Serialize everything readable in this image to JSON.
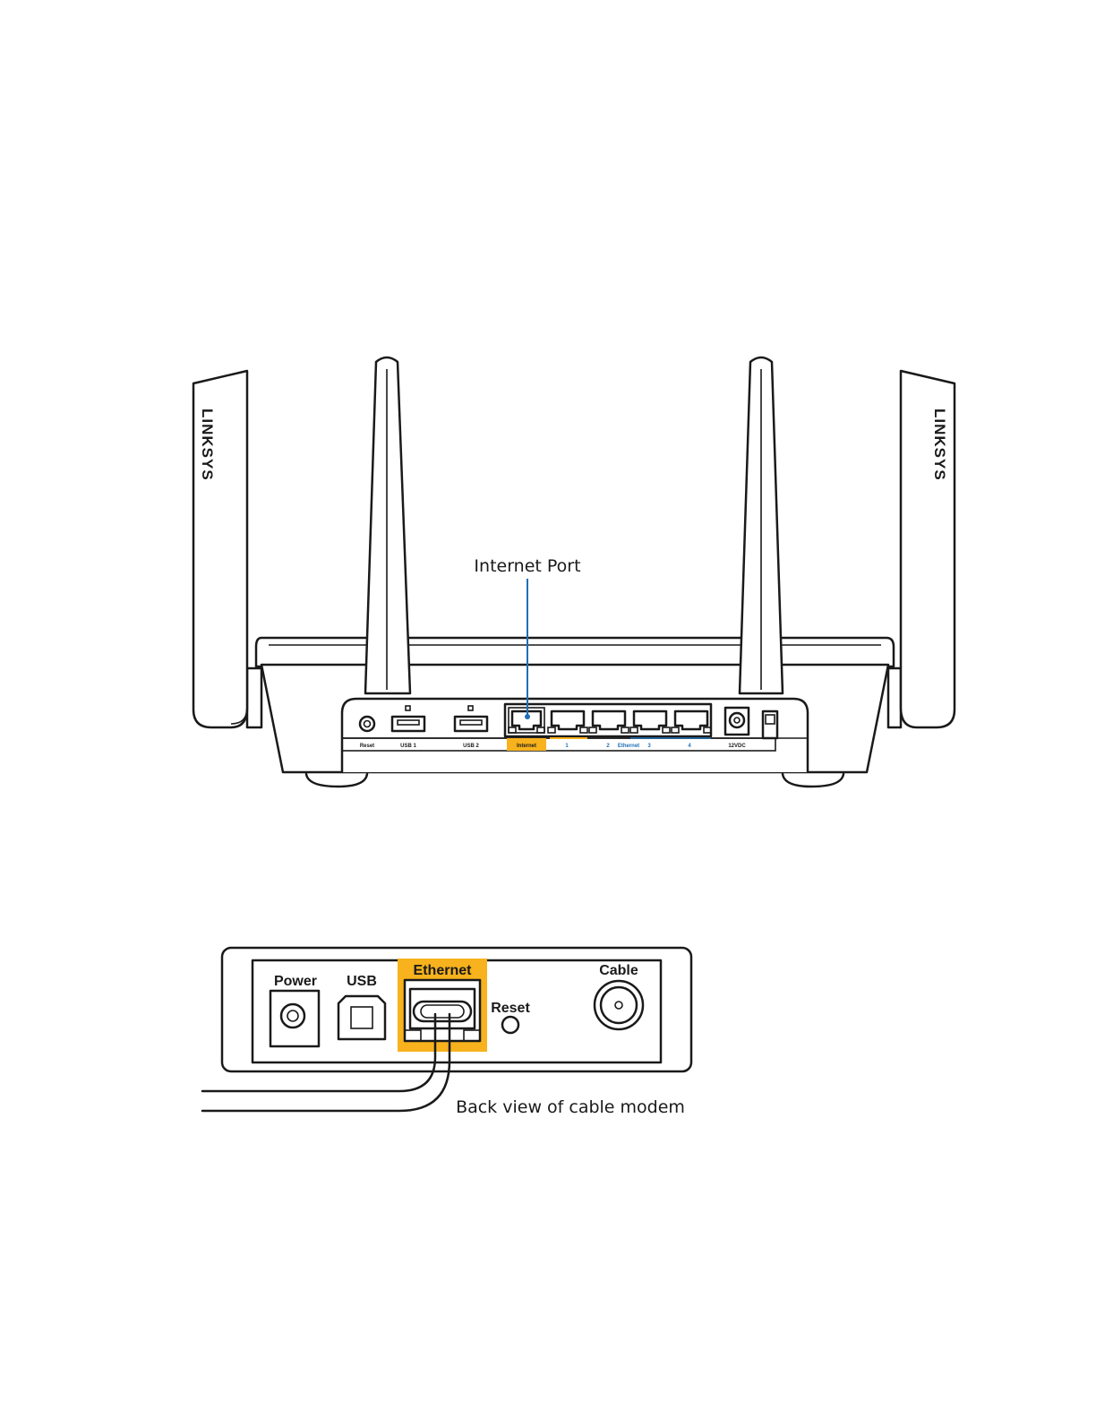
{
  "router": {
    "brand_left": "LINKSYS",
    "brand_right": "LINKSYS",
    "callout": "Internet Port",
    "ports": {
      "reset": "Reset",
      "usb1": "USB 1",
      "usb2": "USB 2",
      "internet": "Internet",
      "lan1": "1",
      "lan2": "2",
      "ethernet": "Ethernet",
      "lan3": "3",
      "lan4": "4",
      "power": "12VDC"
    }
  },
  "modem": {
    "power": "Power",
    "usb": "USB",
    "ethernet": "Ethernet",
    "reset": "Reset",
    "cable": "Cable",
    "caption": "Back view of cable modem"
  },
  "colors": {
    "highlight": "#f7b21d",
    "callout_line": "#1f6fb5",
    "lan_label": "#1f6fb5",
    "stroke": "#1a1a1a"
  }
}
